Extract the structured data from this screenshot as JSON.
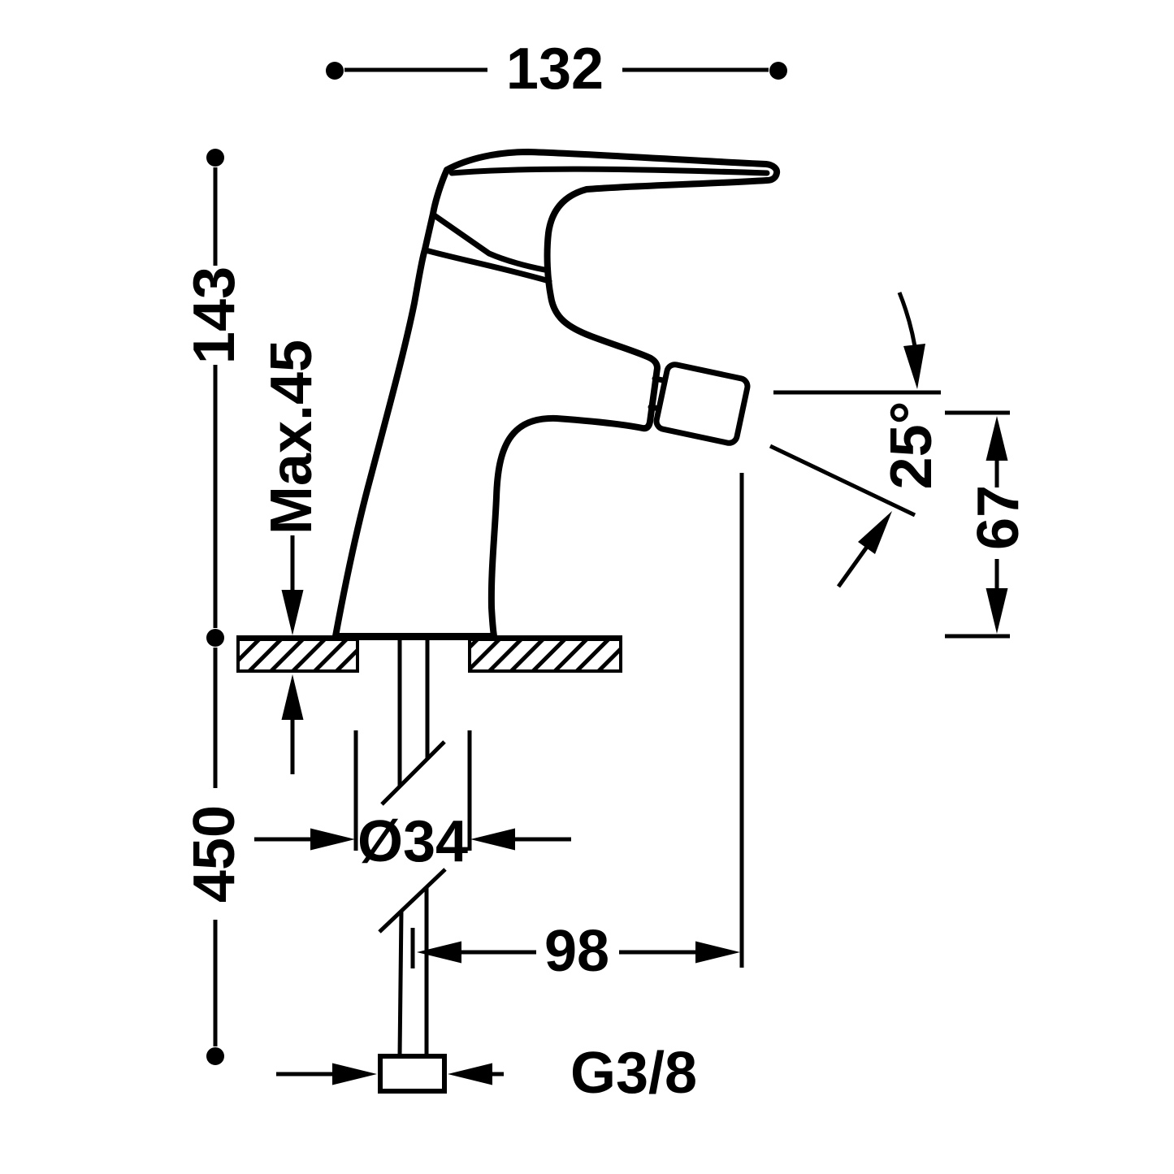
{
  "diagram": {
    "description_colors": {
      "line": "#000000",
      "background": "#ffffff"
    },
    "dimensions": {
      "overall_depth": "132",
      "body_height": "143",
      "max_deck_thickness": "Max.45",
      "supply_hose_length": "450",
      "mounting_hole_diameter": "Ø34",
      "spout_reach": "98",
      "connection_thread": "G3/8",
      "spray_angle": "25°",
      "outlet_height": "67"
    }
  }
}
